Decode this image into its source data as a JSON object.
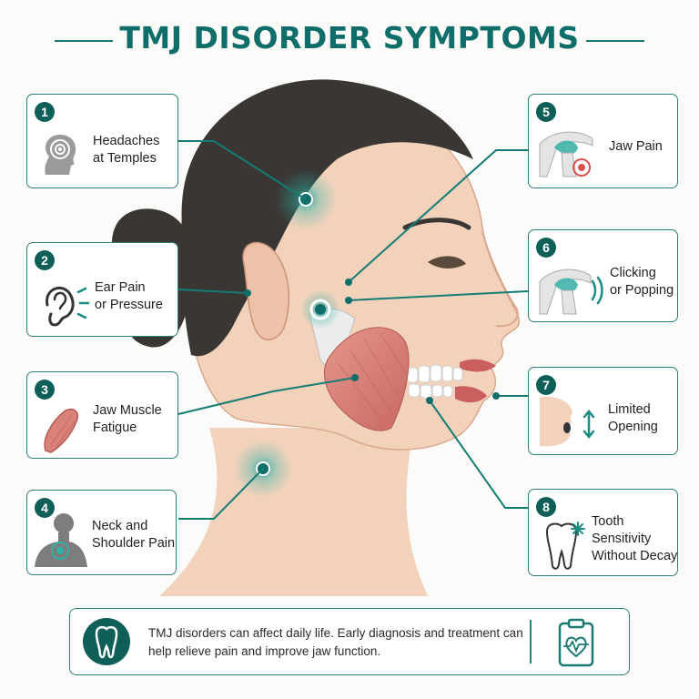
{
  "title": "TMJ DISORDER SYMPTOMS",
  "symptoms": [
    {
      "number": "1",
      "line1": "Headaches",
      "line2": "at Temples",
      "icon": "head-target-icon"
    },
    {
      "number": "2",
      "line1": "Ear Pain",
      "line2": "or Pressure",
      "icon": "ear-icon"
    },
    {
      "number": "3",
      "line1": "Jaw Muscle",
      "line2": "Fatigue",
      "icon": "muscle-icon"
    },
    {
      "number": "4",
      "line1": "Neck and",
      "line2": "Shoulder Pain",
      "icon": "neck-shoulder-icon"
    },
    {
      "number": "5",
      "line1": "Jaw Pain",
      "icon": "jaw-joint-icon"
    },
    {
      "number": "6",
      "line1": "Clicking",
      "line2": "or Popping",
      "icon": "jaw-joint-sound-icon"
    },
    {
      "number": "7",
      "line1": "Limited",
      "line2": "Opening",
      "icon": "mouth-opening-icon"
    },
    {
      "number": "8",
      "line1": "Tooth",
      "line2": "Sensitivity",
      "line3": "Without Decay",
      "icon": "tooth-snowflake-icon"
    }
  ],
  "footer": {
    "text": "TMJ disorders can affect daily life. Early diagnosis and treatment can help relieve pain and improve jaw function.",
    "left_icon": "tooth-icon",
    "right_icon": "clipboard-heartbeat-icon"
  },
  "colors": {
    "accent": "#0f6e69",
    "border": "#2b8078",
    "skin": "#f3d2bc",
    "hair": "#3a3633",
    "muscle": "#d9827a"
  }
}
